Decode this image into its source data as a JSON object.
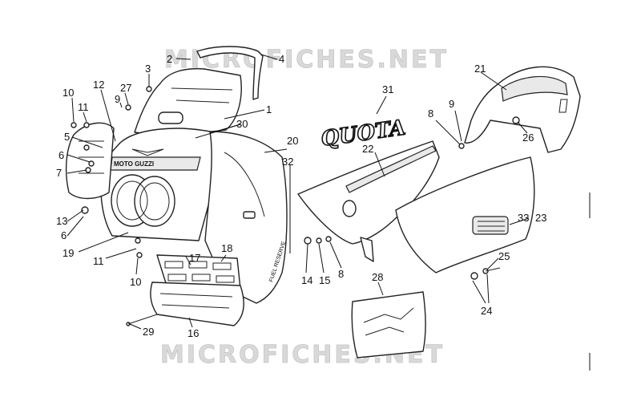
{
  "watermark": {
    "text": "MICROFICHES.NET"
  },
  "decals": {
    "tank_logo": "QUOTA",
    "headlight_brand": "MOTO GUZZI",
    "tank_panel": "FUEL RESERVE"
  },
  "callouts": [
    {
      "id": "c1",
      "label": "1"
    },
    {
      "id": "c2",
      "label": "2"
    },
    {
      "id": "c3",
      "label": "3"
    },
    {
      "id": "c4",
      "label": "4"
    },
    {
      "id": "c5",
      "label": "5"
    },
    {
      "id": "c6a",
      "label": "6"
    },
    {
      "id": "c6b",
      "label": "6"
    },
    {
      "id": "c7",
      "label": "7"
    },
    {
      "id": "c8a",
      "label": "8"
    },
    {
      "id": "c8b",
      "label": "8"
    },
    {
      "id": "c9a",
      "label": "9"
    },
    {
      "id": "c9b",
      "label": "9"
    },
    {
      "id": "c10a",
      "label": "10"
    },
    {
      "id": "c10b",
      "label": "10"
    },
    {
      "id": "c11a",
      "label": "11"
    },
    {
      "id": "c11b",
      "label": "11"
    },
    {
      "id": "c12",
      "label": "12"
    },
    {
      "id": "c13",
      "label": "13"
    },
    {
      "id": "c14",
      "label": "14"
    },
    {
      "id": "c15",
      "label": "15"
    },
    {
      "id": "c16",
      "label": "16"
    },
    {
      "id": "c17",
      "label": "17"
    },
    {
      "id": "c18",
      "label": "18"
    },
    {
      "id": "c19",
      "label": "19"
    },
    {
      "id": "c20",
      "label": "20"
    },
    {
      "id": "c21",
      "label": "21"
    },
    {
      "id": "c22",
      "label": "22"
    },
    {
      "id": "c23",
      "label": "23"
    },
    {
      "id": "c24",
      "label": "24"
    },
    {
      "id": "c25",
      "label": "25"
    },
    {
      "id": "c26",
      "label": "26"
    },
    {
      "id": "c27",
      "label": "27"
    },
    {
      "id": "c28",
      "label": "28"
    },
    {
      "id": "c29",
      "label": "29"
    },
    {
      "id": "c30",
      "label": "30"
    },
    {
      "id": "c31",
      "label": "31"
    },
    {
      "id": "c32",
      "label": "32"
    },
    {
      "id": "c33",
      "label": "33"
    }
  ]
}
